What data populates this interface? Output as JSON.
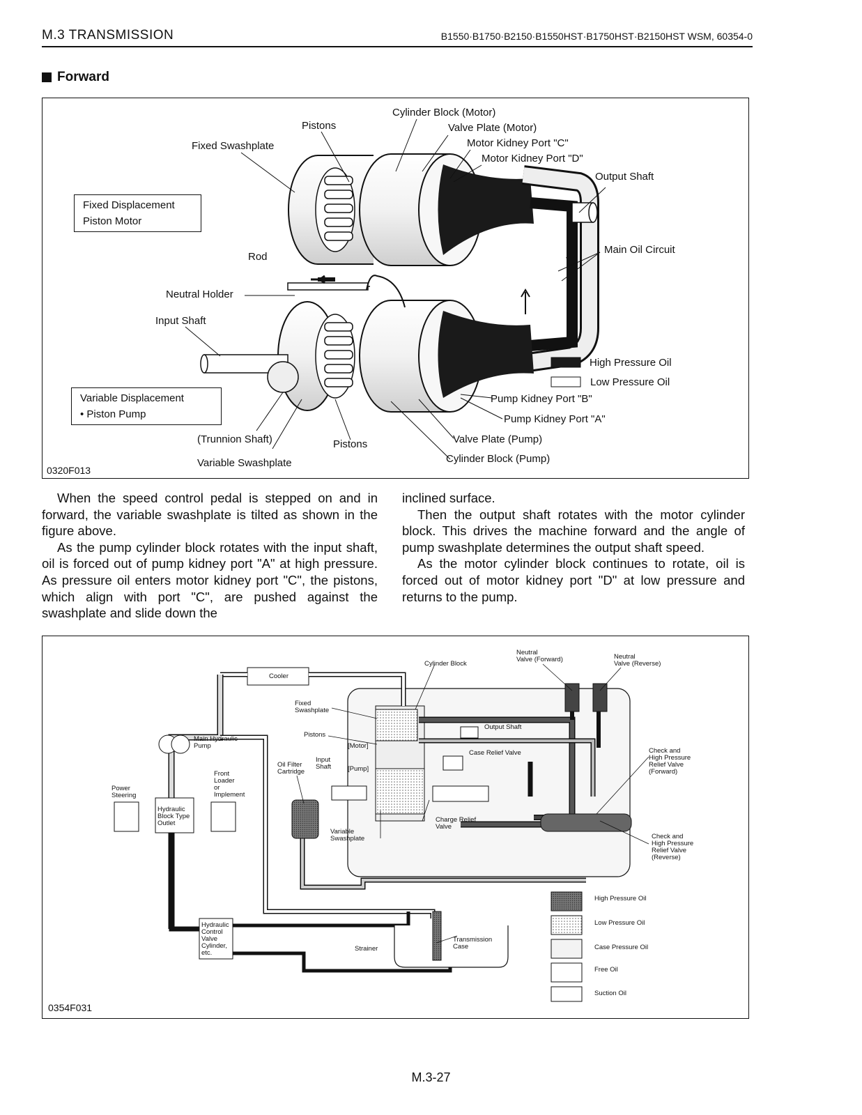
{
  "header": {
    "section": "M.3 TRANSMISSION",
    "models": "B1550·B1750·B2150·B1550HST·B1750HST·B2150HST  WSM, 60354-0"
  },
  "section_title": "Forward",
  "figure1": {
    "code": "0320F013",
    "labels": {
      "cylinder_block_motor": "Cylinder Block (Motor)",
      "pistons_top": "Pistons",
      "valve_plate_motor": "Valve Plate (Motor)",
      "fixed_swashplate": "Fixed Swashplate",
      "motor_port_c": "Motor Kidney Port \"C\"",
      "motor_port_d": "Motor Kidney Port \"D\"",
      "output_shaft": "Output Shaft",
      "main_oil_circuit": "Main Oil Circuit",
      "rod": "Rod",
      "neutral_holder": "Neutral Holder",
      "input_shaft": "Input Shaft",
      "high_pressure_oil": "High Pressure Oil",
      "low_pressure_oil": "Low Pressure Oil",
      "pump_port_b": "Pump Kidney Port \"B\"",
      "pump_port_a": "Pump Kidney Port \"A\"",
      "trunnion_shaft": "(Trunnion Shaft)",
      "pistons_bottom": "Pistons",
      "valve_plate_pump": "Valve Plate (Pump)",
      "variable_swashplate": "Variable Swashplate",
      "cylinder_block_pump": "Cylinder Block (Pump)"
    },
    "box_motor": [
      "Fixed Displacement",
      "Piston Motor"
    ],
    "box_pump": [
      "Variable Displacement",
      "• Piston Pump"
    ]
  },
  "body_text": {
    "left": [
      "When the speed control pedal is stepped on and in forward, the variable swashplate is tilted as shown in the figure above.",
      "As the pump cylinder block rotates with the input shaft, oil is forced out of pump kidney port \"A\" at high pressure.  As pressure oil enters motor kidney port \"C\", the pistons, which align with port \"C\", are pushed against the swashplate and slide down the"
    ],
    "right": [
      "inclined surface.",
      "Then the output shaft rotates with the motor cylinder block.  This drives the machine forward and the angle of pump swashplate determines the output shaft speed.",
      "As the motor cylinder block continues to rotate, oil is forced out of motor kidney port \"D\" at low pressure and returns to the pump."
    ]
  },
  "figure2": {
    "code": "0354F031",
    "labels": {
      "cooler": "Cooler",
      "cylinder_block": "Cylinder Block",
      "neutral_valve_fwd": "Neutral\nValve (Forward)",
      "neutral_valve_rev": "Neutral\nValve (Reverse)",
      "fixed_swashplate": "Fixed\nSwashplate",
      "pistons": "Pistons",
      "output_shaft": "Output Shaft",
      "main_hydraulic_pump": "Main Hydraulic\nPump",
      "motor": "[Motor]",
      "pump": "[Pump]",
      "case_relief_valve": "Case Relief Valve",
      "input_shaft": "Input\nShaft",
      "oil_filter": "Oil Filter\nCartridge",
      "front_loader": "Front\nLoader\nor\nImplement",
      "power_steering": "Power\nSteering",
      "hydraulic_block": "Hydraulic\nBlock Type\nOutlet",
      "check_fwd": "Check and\nHigh Pressure\nRelief Valve\n(Forward)",
      "check_rev": "Check and\nHigh Pressure\nRelief Valve\n(Reverse)",
      "charge_relief": "Charge Relief\nValve",
      "variable_swashplate": "Variable\nSwashplate",
      "hydraulic_control": "Hydraulic\nControl\nValve\nCylinder,\netc.",
      "strainer": "Strainer",
      "transmission_case": "Transmission\nCase"
    },
    "legend": [
      "High Pressure Oil",
      "Low Pressure Oil",
      "Case Pressure Oil",
      "Free Oil",
      "Suction Oil"
    ]
  },
  "page_number": "M.3-27"
}
